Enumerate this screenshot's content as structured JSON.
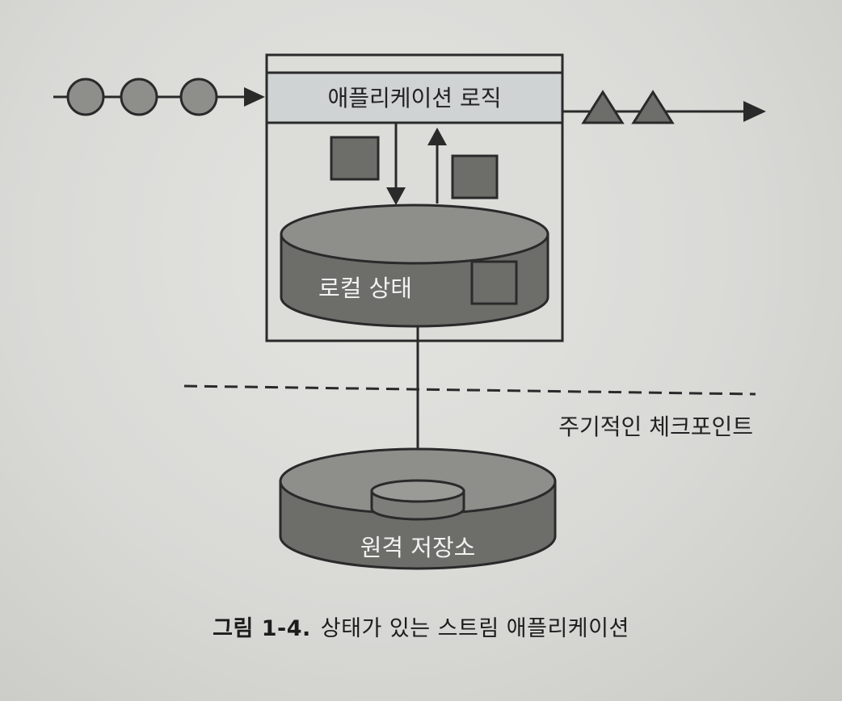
{
  "diagram": {
    "app_logic_label": "애플리케이션 로직",
    "local_state_label": "로컬 상태",
    "checkpoint_label": "주기적인 체크포인트",
    "remote_storage_label": "원격 저장소",
    "input_event_count": 3,
    "output_event_count": 2
  },
  "caption": {
    "label": "그림 1-4.",
    "text": "상태가 있는 스트림 애플리케이션"
  },
  "colors": {
    "background": "#d9d9d6",
    "frame_fill": "#dcdcd9",
    "header_fill": "#cfd3d3",
    "shape_gray": "#8e8e8b",
    "dark_gray": "#6d6d6a",
    "line": "#2a2a2a"
  }
}
